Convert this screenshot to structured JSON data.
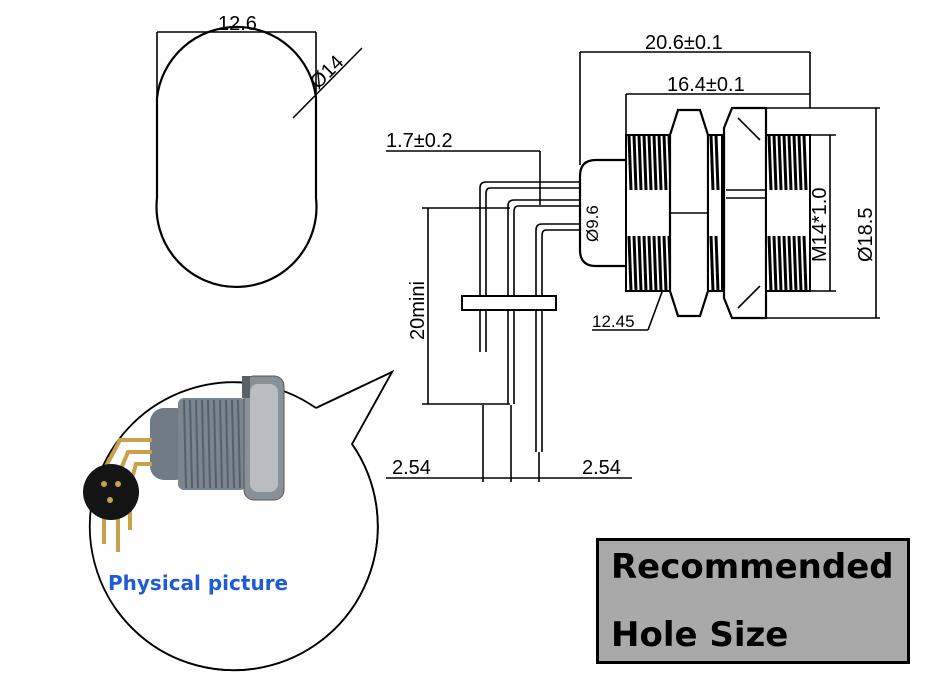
{
  "top_view": {
    "width_dim": "12.6",
    "dia_dim": "Ø14"
  },
  "side_view": {
    "overall_len": "20.6±0.1",
    "body_len": "16.4±0.1",
    "offset": "1.7±0.2",
    "plug_dia": "Ø9.6",
    "thread": "M14*1.0",
    "nut_dia": "Ø18.5",
    "nut_flat": "12.45",
    "pin_len": "20mini",
    "pitch_left": "2.54",
    "pitch_right": "2.54"
  },
  "callout": {
    "label": "Physical picture"
  },
  "recommended": {
    "line1": "Recommended",
    "line2": "Hole Size"
  },
  "colors": {
    "callout_text": "#1f5bd6",
    "box_fill": "#a9a9a9",
    "pin_gold": "#c8a24a",
    "body_gray": "#7a8590"
  }
}
